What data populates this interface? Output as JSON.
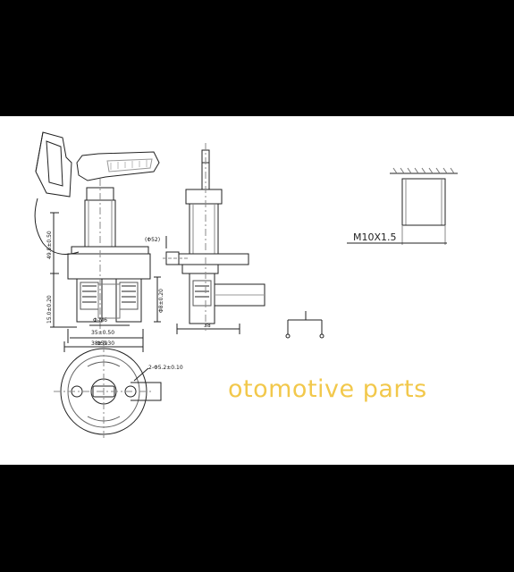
{
  "caption": {
    "text": "otomotive parts",
    "color": "#f2c84b"
  },
  "background": {
    "frame": "#000000",
    "sheet": "#ffffff"
  },
  "dimensions": {
    "height_left": "49.8±0.50",
    "base_height": "15.0±0.20",
    "phi_m6": "Φ-M6",
    "spacing_35": "35±0.50",
    "phi_59": "Φ59",
    "side_phi52": "(Φ52)",
    "side_height": "Φ8±0.20",
    "side_width": "38",
    "bottom_38": "38±0.30",
    "hole": "2-Φ5.2±0.10",
    "thread": "M10X1.5"
  }
}
